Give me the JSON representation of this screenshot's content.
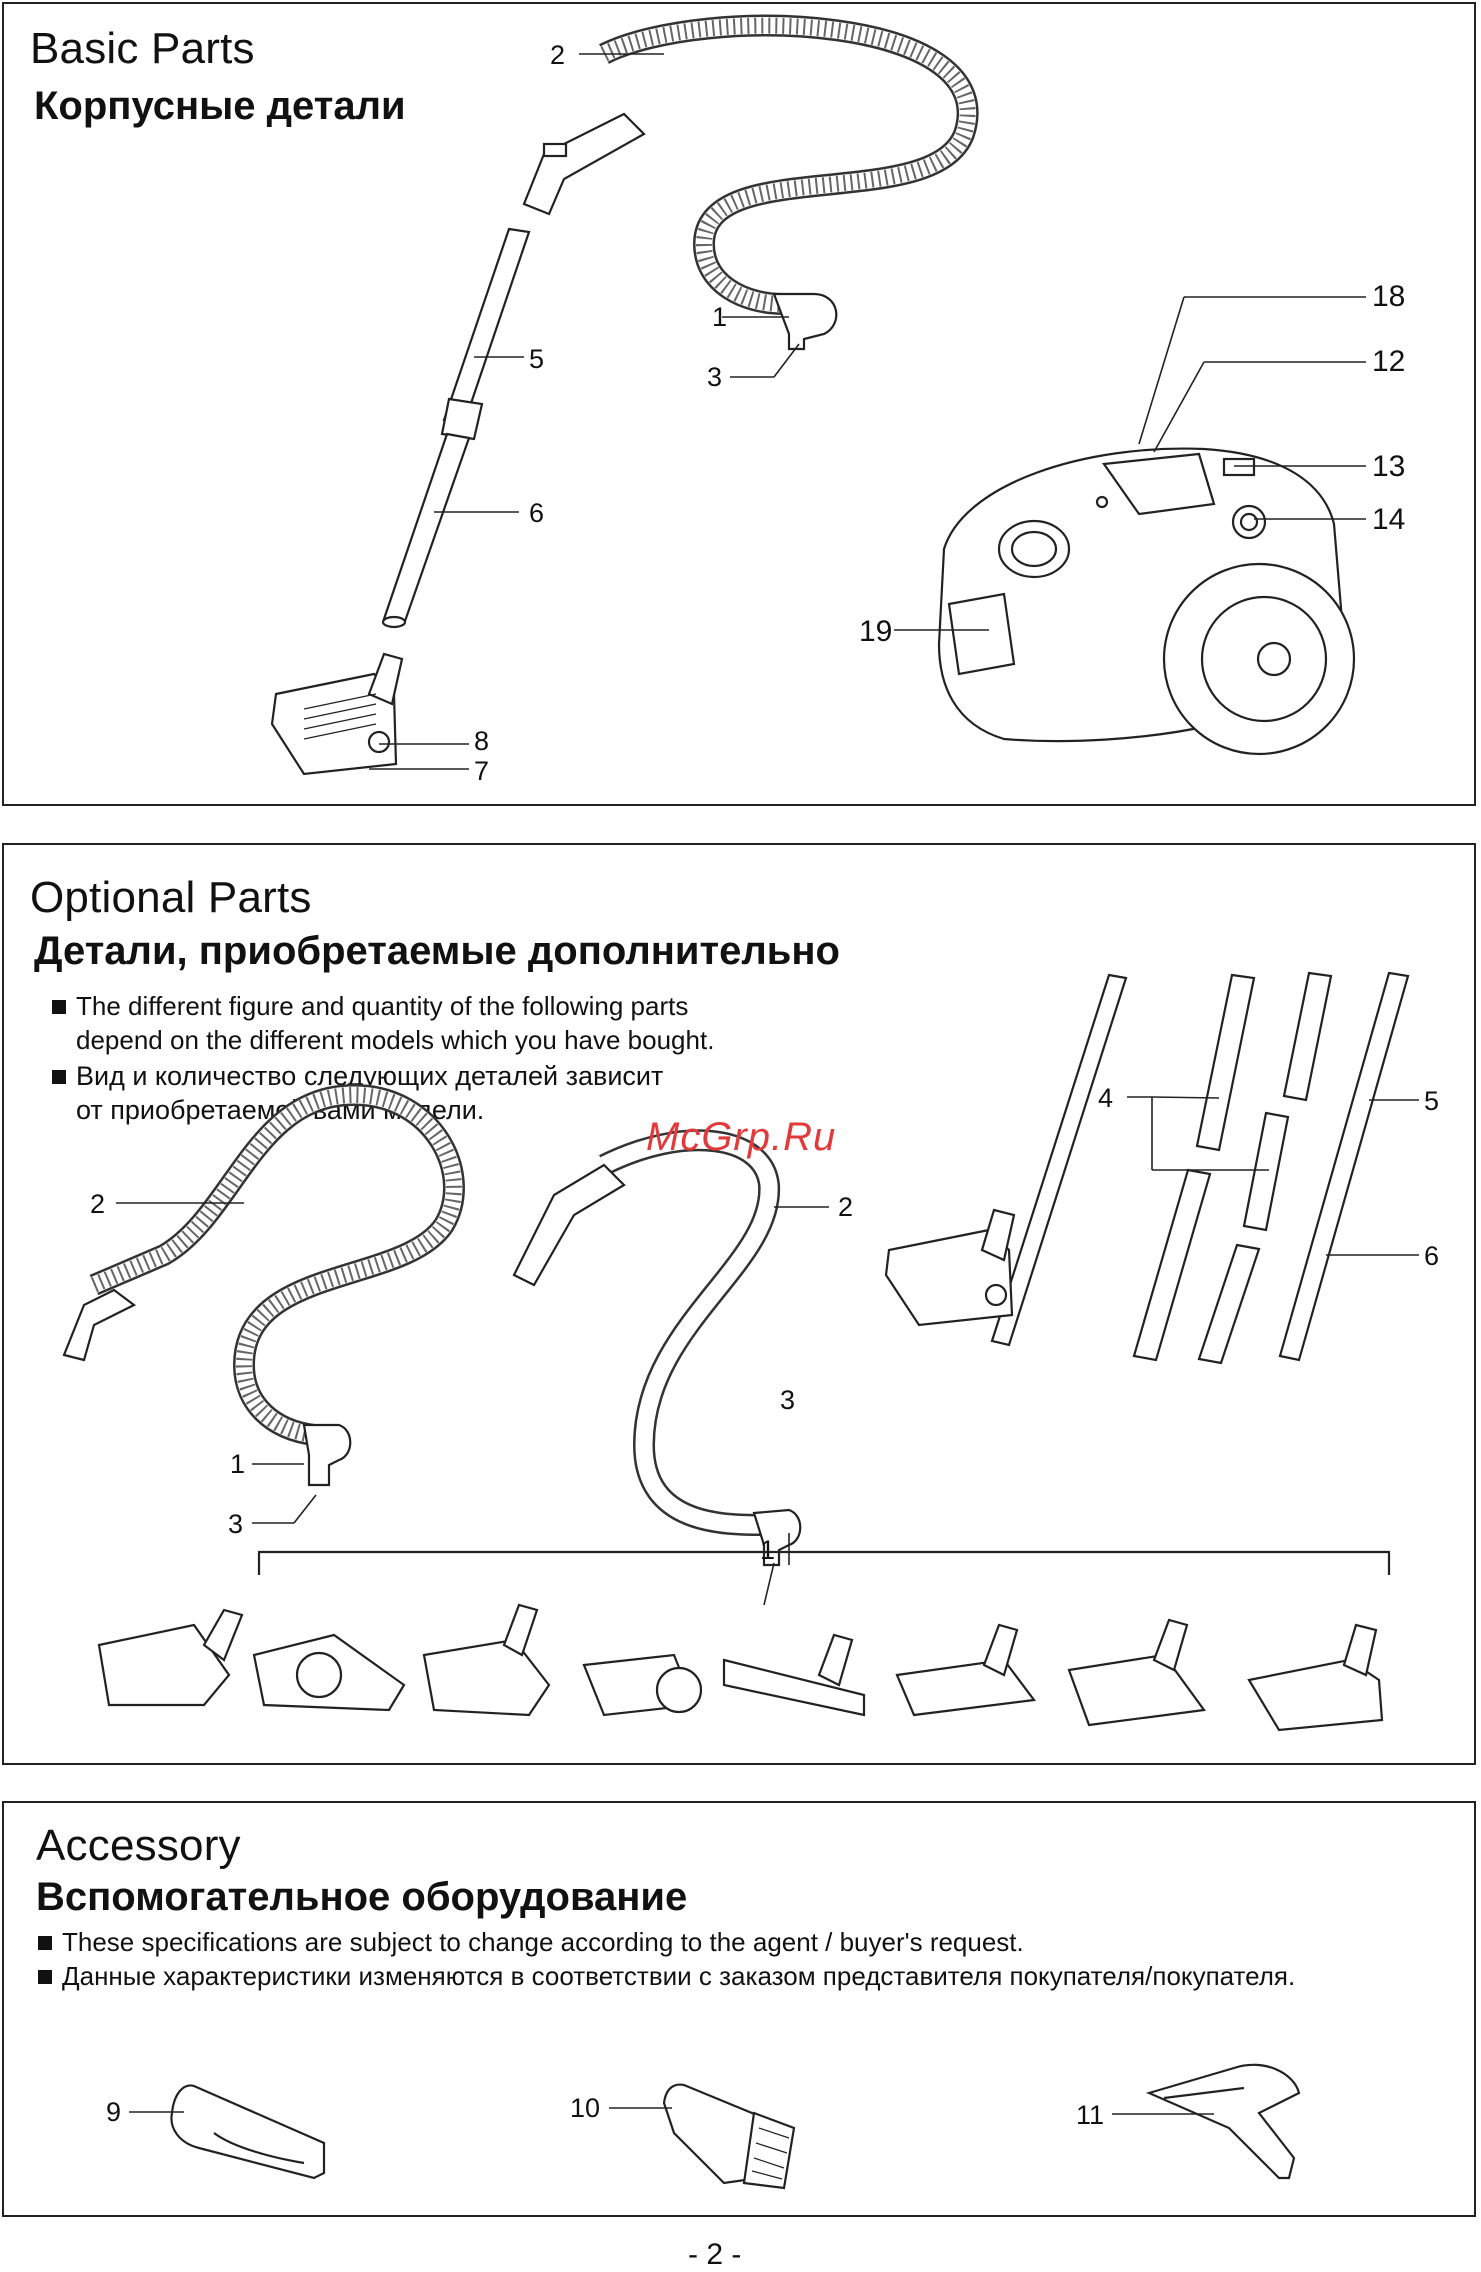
{
  "basic": {
    "title_en": "Basic Parts",
    "title_ru": "Корпусные детали",
    "labels": {
      "l2": "2",
      "l1": "1",
      "l3": "3",
      "l5": "5",
      "l6": "6",
      "l8": "8",
      "l7": "7",
      "l18": "18",
      "l12": "12",
      "l13": "13",
      "l14": "14",
      "l19": "19"
    }
  },
  "optional": {
    "title_en": "Optional Parts",
    "title_ru": "Детали, приобретаемые дополнительно",
    "note_en_1": "The different figure and quantity of the following parts",
    "note_en_2": "depend on the different models which you have bought.",
    "note_ru_1": "Вид и количество следующих деталей зависит",
    "note_ru_2": "от приобретаемой вами модели.",
    "labels": {
      "l2a": "2",
      "l1a": "1",
      "l3a": "3",
      "l2b": "2",
      "l3b": "3",
      "l1b": "1",
      "l4": "4",
      "l5": "5",
      "l6": "6"
    }
  },
  "accessory": {
    "title_en": "Accessory",
    "title_ru": "Вспомогательное оборудование",
    "note_en": "These specifications are subject to change according to the agent / buyer's request.",
    "note_ru": "Данные характеристики изменяются в соответствии с заказом представителя покупателя/покупателя.",
    "labels": {
      "l9": "9",
      "l10": "10",
      "l11": "11"
    }
  },
  "watermark": "McGrp.Ru",
  "page_number": "- 2 -"
}
